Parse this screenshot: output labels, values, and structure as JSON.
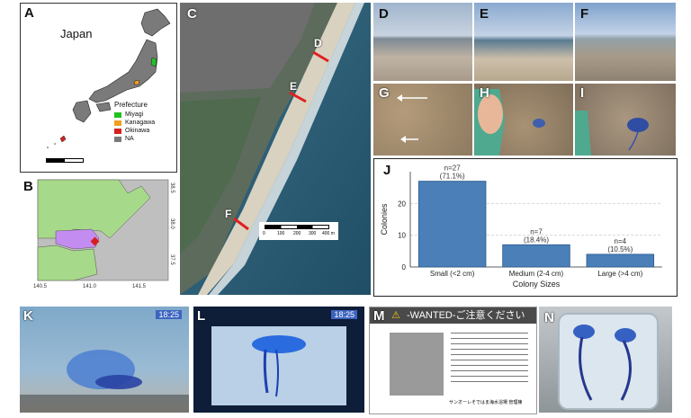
{
  "panels": {
    "A": {
      "label": "A",
      "country": "Japan",
      "legend_title": "Prefecture",
      "legend": [
        {
          "name": "Miyagi",
          "color": "#22c122"
        },
        {
          "name": "Kanagawa",
          "color": "#f0a020"
        },
        {
          "name": "Okinawa",
          "color": "#d62020"
        },
        {
          "name": "NA",
          "color": "#7a7a7a"
        }
      ]
    },
    "B": {
      "label": "B",
      "x_ticks": [
        "140.5",
        "141.0",
        "141.5"
      ],
      "y_ticks": [
        "38.5",
        "38.0",
        "37.5"
      ]
    },
    "C": {
      "label": "C",
      "points": [
        "D",
        "E",
        "F"
      ],
      "scale_ticks": [
        "0",
        "100",
        "200",
        "300",
        "400 m"
      ]
    },
    "D": {
      "label": "D"
    },
    "E": {
      "label": "E"
    },
    "F": {
      "label": "F"
    },
    "G": {
      "label": "G"
    },
    "H": {
      "label": "H"
    },
    "I": {
      "label": "I"
    },
    "K": {
      "label": "K",
      "news_time": "18:25"
    },
    "L": {
      "label": "L",
      "news_time": "18:25"
    },
    "M": {
      "label": "M",
      "sign_title": "-WANTED-ご注意ください",
      "sign_footer": "サンオーレそではま海水浴場 管理棟"
    },
    "N": {
      "label": "N"
    }
  },
  "chart_data": {
    "type": "bar",
    "label": "J",
    "categories": [
      "Small (<2 cm)",
      "Medium (2-4 cm)",
      "Large (>4 cm)"
    ],
    "values": [
      27,
      7,
      4
    ],
    "annotations": [
      "n=27\n(71.1%)",
      "n=7\n(18.4%)",
      "n=4\n(10.5%)"
    ],
    "xlabel": "Colony Sizes",
    "ylabel": "Colonies",
    "ylim": [
      0,
      30
    ],
    "y_ticks": [
      0,
      10,
      20
    ],
    "grid": true,
    "bar_color": "#4a7fb8"
  }
}
